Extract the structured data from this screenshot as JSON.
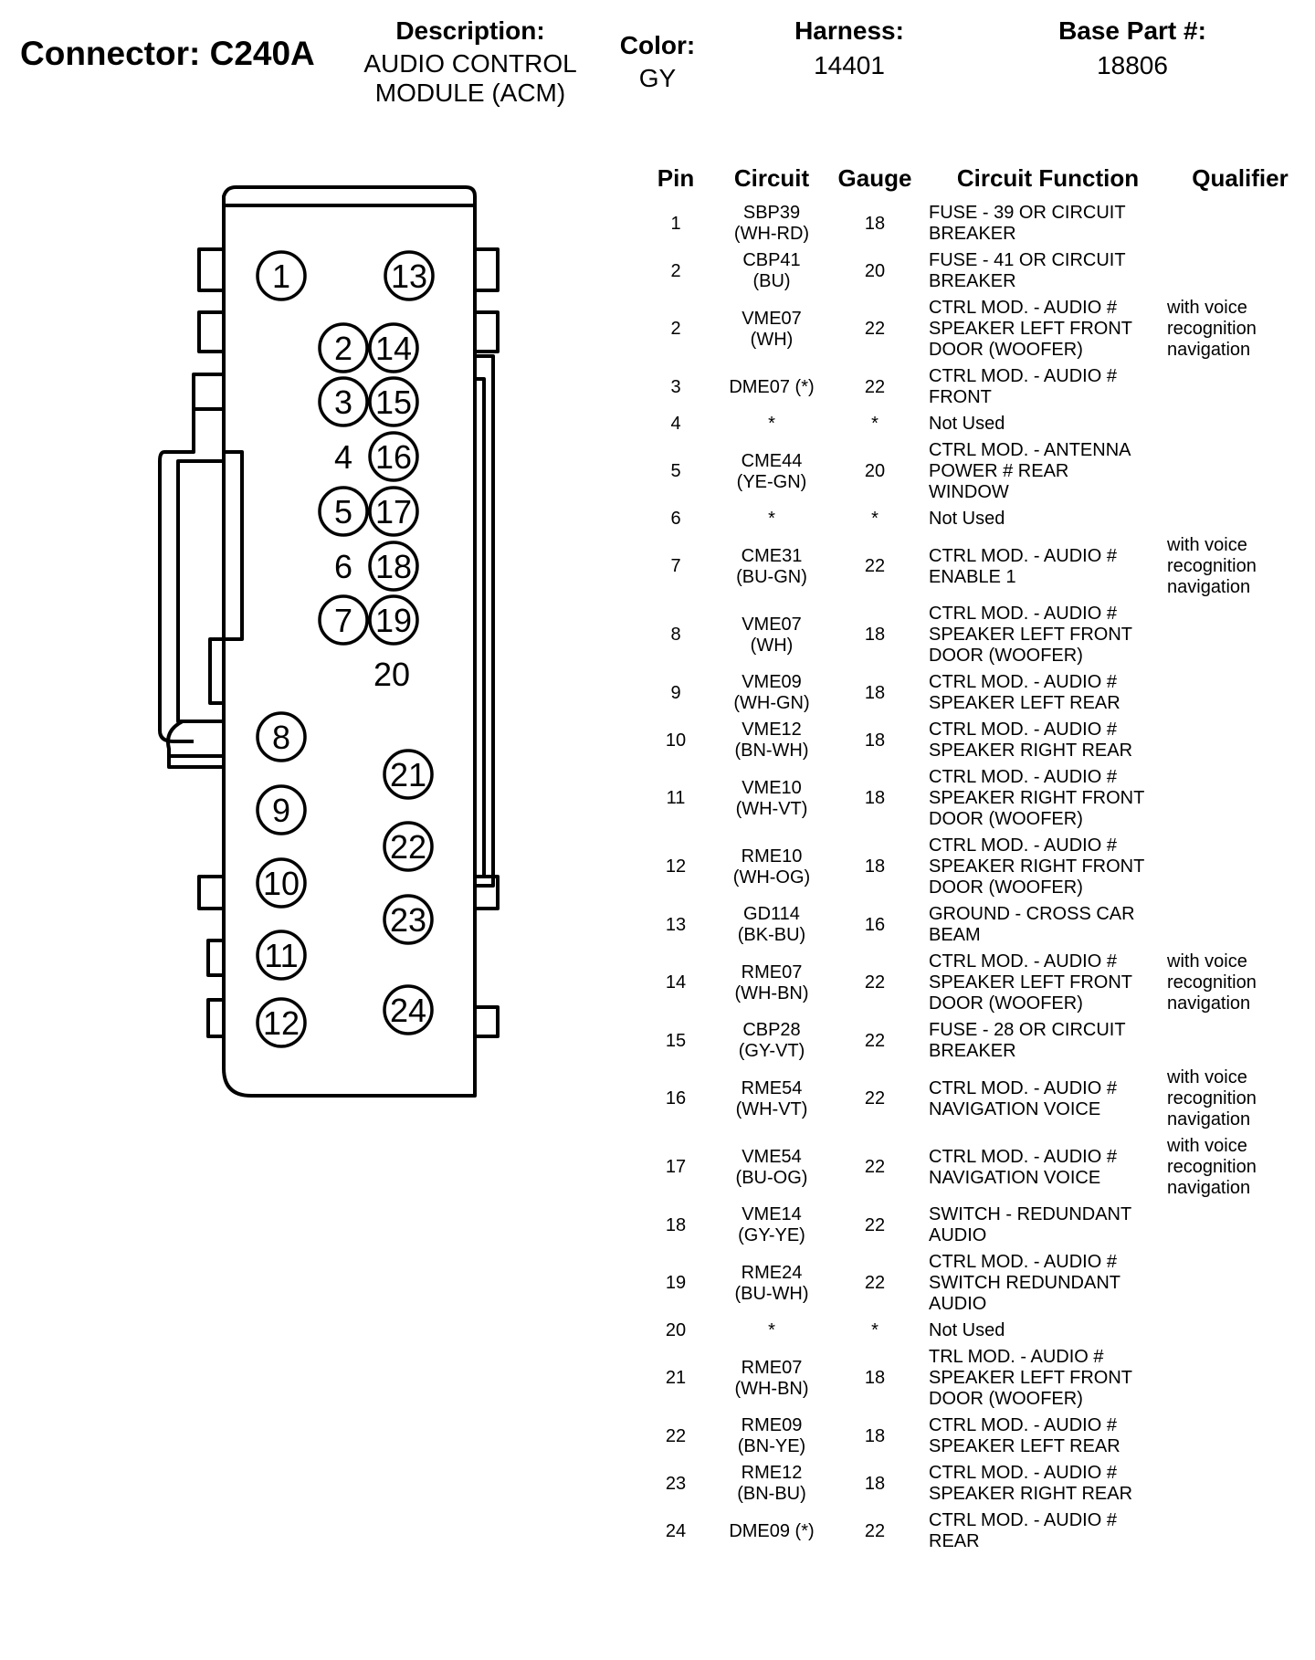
{
  "header": {
    "connector": "Connector: C240A",
    "description_label": "Description:",
    "description_line1": "AUDIO CONTROL",
    "description_line2": "MODULE (ACM)",
    "color_label": "Color:",
    "color_value": "GY",
    "harness_label": "Harness:",
    "harness_value": "14401",
    "base_part_label": "Base Part #:",
    "base_part_value": "18806"
  },
  "table": {
    "headers": {
      "pin": "Pin",
      "circuit": "Circuit",
      "gauge": "Gauge",
      "function": "Circuit Function",
      "qualifier": "Qualifier"
    },
    "rows": [
      {
        "pin": "1",
        "circuit": [
          "SBP39",
          "(WH-RD)"
        ],
        "gauge": "18",
        "function": [
          "FUSE - 39 OR CIRCUIT",
          "BREAKER"
        ],
        "qualifier": []
      },
      {
        "pin": "2",
        "circuit": [
          "CBP41",
          "(BU)"
        ],
        "gauge": "20",
        "function": [
          "FUSE - 41 OR CIRCUIT",
          "BREAKER"
        ],
        "qualifier": []
      },
      {
        "pin": "2",
        "circuit": [
          "VME07",
          "(WH)"
        ],
        "gauge": "22",
        "function": [
          "CTRL MOD. - AUDIO #",
          "SPEAKER LEFT FRONT",
          "DOOR (WOOFER)"
        ],
        "qualifier": [
          "with voice",
          "recognition",
          "navigation"
        ]
      },
      {
        "pin": "3",
        "circuit": [
          "DME07 (*)"
        ],
        "gauge": "22",
        "function": [
          "CTRL MOD. - AUDIO #",
          "FRONT"
        ],
        "qualifier": []
      },
      {
        "pin": "4",
        "circuit": [
          "*"
        ],
        "gauge": "*",
        "function": [
          "Not Used"
        ],
        "qualifier": []
      },
      {
        "pin": "5",
        "circuit": [
          "CME44",
          "(YE-GN)"
        ],
        "gauge": "20",
        "function": [
          "CTRL MOD. - ANTENNA",
          "POWER # REAR",
          "WINDOW"
        ],
        "qualifier": []
      },
      {
        "pin": "6",
        "circuit": [
          "*"
        ],
        "gauge": "*",
        "function": [
          "Not Used"
        ],
        "qualifier": []
      },
      {
        "pin": "7",
        "circuit": [
          "CME31",
          "(BU-GN)"
        ],
        "gauge": "22",
        "function": [
          "CTRL MOD. - AUDIO #",
          "ENABLE 1"
        ],
        "qualifier": [
          "with voice",
          "recognition",
          "navigation"
        ]
      },
      {
        "pin": "8",
        "circuit": [
          "VME07",
          "(WH)"
        ],
        "gauge": "18",
        "function": [
          "CTRL MOD. - AUDIO #",
          "SPEAKER LEFT FRONT",
          "DOOR (WOOFER)"
        ],
        "qualifier": []
      },
      {
        "pin": "9",
        "circuit": [
          "VME09",
          "(WH-GN)"
        ],
        "gauge": "18",
        "function": [
          "CTRL MOD. - AUDIO #",
          "SPEAKER LEFT REAR"
        ],
        "qualifier": []
      },
      {
        "pin": "10",
        "circuit": [
          "VME12",
          "(BN-WH)"
        ],
        "gauge": "18",
        "function": [
          "CTRL MOD. - AUDIO #",
          "SPEAKER RIGHT REAR"
        ],
        "qualifier": []
      },
      {
        "pin": "11",
        "circuit": [
          "VME10",
          "(WH-VT)"
        ],
        "gauge": "18",
        "function": [
          "CTRL MOD. - AUDIO #",
          "SPEAKER RIGHT FRONT",
          "DOOR (WOOFER)"
        ],
        "qualifier": []
      },
      {
        "pin": "12",
        "circuit": [
          "RME10",
          "(WH-OG)"
        ],
        "gauge": "18",
        "function": [
          "CTRL MOD. - AUDIO #",
          "SPEAKER RIGHT FRONT",
          "DOOR (WOOFER)"
        ],
        "qualifier": []
      },
      {
        "pin": "13",
        "circuit": [
          "GD114",
          "(BK-BU)"
        ],
        "gauge": "16",
        "function": [
          "GROUND - CROSS CAR",
          "BEAM"
        ],
        "qualifier": []
      },
      {
        "pin": "14",
        "circuit": [
          "RME07",
          "(WH-BN)"
        ],
        "gauge": "22",
        "function": [
          "CTRL MOD. - AUDIO #",
          "SPEAKER LEFT FRONT",
          "DOOR (WOOFER)"
        ],
        "qualifier": [
          "with voice",
          "recognition",
          "navigation"
        ]
      },
      {
        "pin": "15",
        "circuit": [
          "CBP28",
          "(GY-VT)"
        ],
        "gauge": "22",
        "function": [
          "FUSE - 28 OR CIRCUIT",
          "BREAKER"
        ],
        "qualifier": []
      },
      {
        "pin": "16",
        "circuit": [
          "RME54",
          "(WH-VT)"
        ],
        "gauge": "22",
        "function": [
          "CTRL MOD. - AUDIO #",
          "NAVIGATION VOICE"
        ],
        "qualifier": [
          "with voice",
          "recognition",
          "navigation"
        ]
      },
      {
        "pin": "17",
        "circuit": [
          "VME54",
          "(BU-OG)"
        ],
        "gauge": "22",
        "function": [
          "CTRL MOD. - AUDIO #",
          "NAVIGATION VOICE"
        ],
        "qualifier": [
          "with voice",
          "recognition",
          "navigation"
        ]
      },
      {
        "pin": "18",
        "circuit": [
          "VME14",
          "(GY-YE)"
        ],
        "gauge": "22",
        "function": [
          "SWITCH - REDUNDANT",
          "AUDIO"
        ],
        "qualifier": []
      },
      {
        "pin": "19",
        "circuit": [
          "RME24",
          "(BU-WH)"
        ],
        "gauge": "22",
        "function": [
          "CTRL MOD. - AUDIO #",
          "SWITCH REDUNDANT",
          "AUDIO"
        ],
        "qualifier": []
      },
      {
        "pin": "20",
        "circuit": [
          "*"
        ],
        "gauge": "*",
        "function": [
          "Not Used"
        ],
        "qualifier": []
      },
      {
        "pin": "21",
        "circuit": [
          "RME07",
          "(WH-BN)"
        ],
        "gauge": "18",
        "function": [
          "TRL MOD. - AUDIO #",
          "SPEAKER LEFT FRONT",
          "DOOR (WOOFER)"
        ],
        "qualifier": []
      },
      {
        "pin": "22",
        "circuit": [
          "RME09",
          "(BN-YE)"
        ],
        "gauge": "18",
        "function": [
          "CTRL MOD. - AUDIO #",
          "SPEAKER LEFT REAR"
        ],
        "qualifier": []
      },
      {
        "pin": "23",
        "circuit": [
          "RME12",
          "(BN-BU)"
        ],
        "gauge": "18",
        "function": [
          "CTRL MOD. - AUDIO #",
          "SPEAKER RIGHT REAR"
        ],
        "qualifier": []
      },
      {
        "pin": "24",
        "circuit": [
          "DME09 (*)"
        ],
        "gauge": "22",
        "function": [
          "CTRL MOD. - AUDIO #",
          "REAR"
        ],
        "qualifier": []
      }
    ]
  },
  "diagram": {
    "pins": [
      {
        "label": "1",
        "circled": true
      },
      {
        "label": "13",
        "circled": true
      },
      {
        "label": "2",
        "circled": true
      },
      {
        "label": "14",
        "circled": true
      },
      {
        "label": "3",
        "circled": true
      },
      {
        "label": "15",
        "circled": true
      },
      {
        "label": "4",
        "circled": false
      },
      {
        "label": "16",
        "circled": true
      },
      {
        "label": "5",
        "circled": true
      },
      {
        "label": "17",
        "circled": true
      },
      {
        "label": "6",
        "circled": false
      },
      {
        "label": "18",
        "circled": true
      },
      {
        "label": "7",
        "circled": true
      },
      {
        "label": "19",
        "circled": true
      },
      {
        "label": "20",
        "circled": false
      },
      {
        "label": "8",
        "circled": true
      },
      {
        "label": "21",
        "circled": true
      },
      {
        "label": "9",
        "circled": true
      },
      {
        "label": "22",
        "circled": true
      },
      {
        "label": "10",
        "circled": true
      },
      {
        "label": "23",
        "circled": true
      },
      {
        "label": "11",
        "circled": true
      },
      {
        "label": "24",
        "circled": true
      },
      {
        "label": "12",
        "circled": true
      }
    ]
  }
}
